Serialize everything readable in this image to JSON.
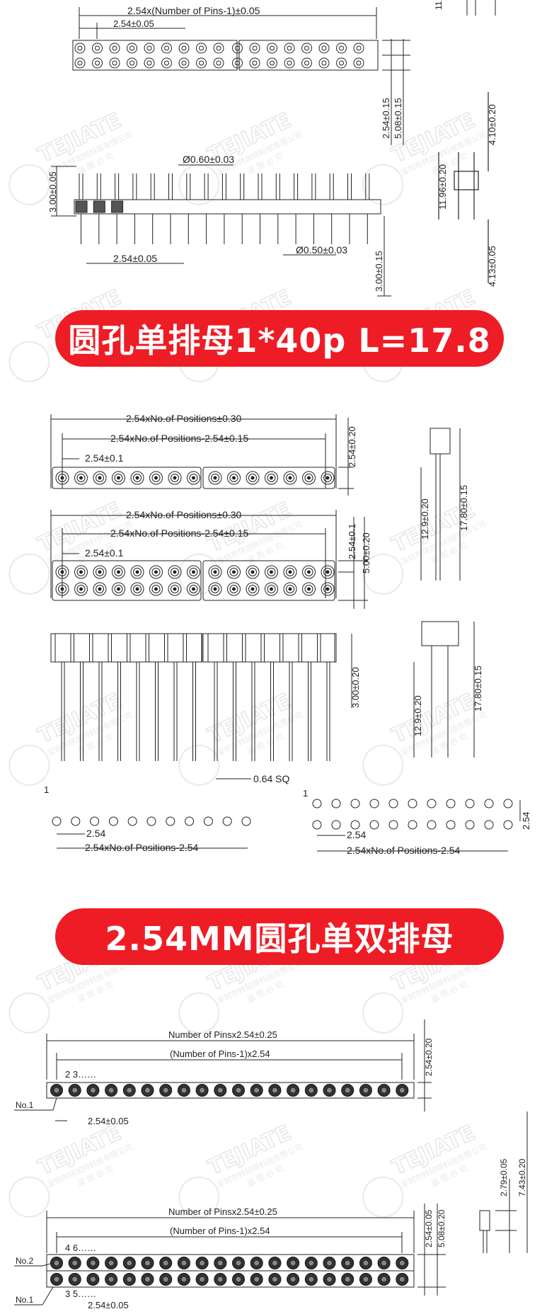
{
  "watermark": {
    "brand": "TEJIATE",
    "company_cn": "深圳市特加特科技有限公司",
    "tagline": "盗 图 必 究"
  },
  "colors": {
    "banner": "#ee1c25",
    "line": "#222222",
    "watermark": "#d6d6d6"
  },
  "section1": {
    "top_dim_pitch_total": "2.54x(Number of Pins-1)±0.05",
    "top_dim_pitch": "2.54±0.05",
    "v_dim_a": "2.54±0.15",
    "v_dim_b": "5.08±0.15",
    "pin_dia_top": "Ø0.60±0.03",
    "pin_height": "3.00±0.05",
    "pitch_bottom": "2.54±0.05",
    "pin_dia_bottom": "Ø0.50±0.03",
    "tail_height": "3.00±0.15",
    "side_top": "4.10±0.20",
    "side_total": "11.96±0.20",
    "side_bottom": "4.13±0.05",
    "corner_fragment": "11."
  },
  "banner1": {
    "text": "圆孔单排母1*40p  L=17.8"
  },
  "section2": {
    "single_row": {
      "dim_total": "2.54xNo.of Positions±0.30",
      "dim_inner": "2.54xNo.of Positions-2.54±0.15",
      "dim_pitch": "2.54±0.1",
      "dim_height": "2.54±0.20"
    },
    "double_row": {
      "dim_total": "2.54xNo.of Positions±0.30",
      "dim_inner": "2.54xNo.of Positions-2.54±0.15",
      "dim_pitch": "2.54±0.1",
      "dim_row": "2.54±0.1",
      "dim_height": "5.00±0.20"
    },
    "side_single": {
      "dim_pin": "12.9±0.20",
      "dim_total": "17.80±0.15"
    },
    "front": {
      "dim_pin": "3.00±0.20",
      "dim_sq": "0.64 SQ"
    },
    "side_double": {
      "dim_pin": "12.9±0.20",
      "dim_total": "17.80±0.15"
    },
    "footprint_single": {
      "pin1": "1",
      "pitch": "2.54",
      "span": "2.54xNo.of Positions-2.54"
    },
    "footprint_double": {
      "pin1": "1",
      "pitch": "2.54",
      "span": "2.54xNo.of Positions-2.54",
      "row": "2.54"
    }
  },
  "banner2": {
    "text": "2.54MM圆孔单双排母"
  },
  "section3": {
    "single": {
      "dim_total": "Number of Pinsx2.54±0.25",
      "dim_inner": "(Number of Pins-1)x2.54",
      "pin_seq": "2  3……",
      "no1": "No.1",
      "pitch": "2.54±0.05",
      "height": "2.54±0.20"
    },
    "side": {
      "dim_a": "2.79±0.05",
      "dim_b": "7.43±0.20"
    },
    "double": {
      "dim_total": "Number of Pinsx2.54±0.25",
      "dim_inner": "(Number of Pins-1)x2.54",
      "pin_seq_top": "4  6……",
      "pin_seq_bottom": "3  5……",
      "no2": "No.2",
      "no1": "No.1",
      "pitch": "2.54±0.05",
      "dim_row": "2.54±0.05",
      "height": "5.08±0.20"
    }
  }
}
